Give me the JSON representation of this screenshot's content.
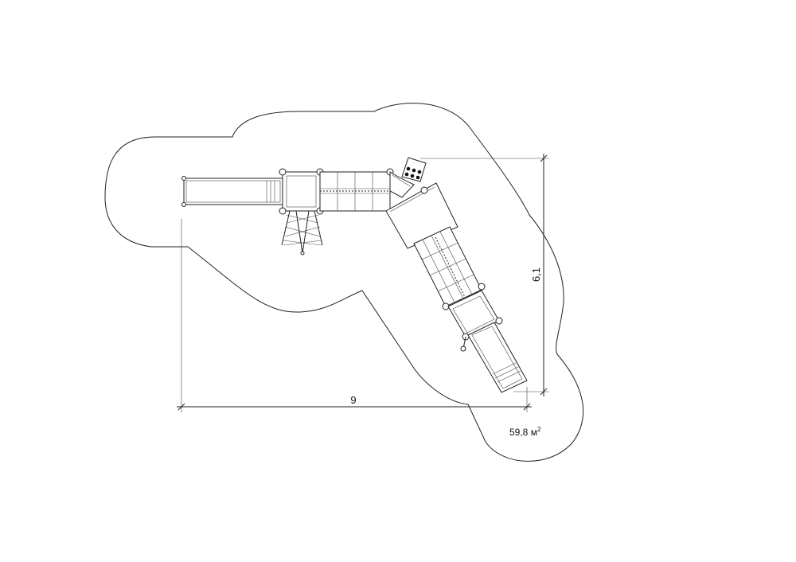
{
  "dimensions": {
    "width_label": "9",
    "depth_label": "6,1"
  },
  "area": {
    "value": "59,8 м",
    "unit_superscript": "2"
  },
  "colors": {
    "line": "#222222",
    "background": "#ffffff"
  }
}
